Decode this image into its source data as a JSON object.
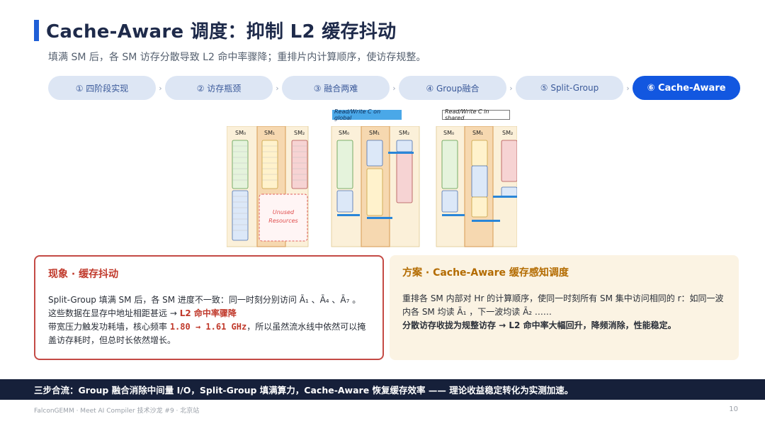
{
  "header": {
    "title": "Cache-Aware 调度：抑制 L2 缓存抖动",
    "subtitle": "填满 SM 后，各 SM 访存分散导致 L2 命中率骤降；重排片内计算顺序，使访存规整。"
  },
  "steps": [
    {
      "label": "① 四阶段实现"
    },
    {
      "label": "② 访存瓶颈"
    },
    {
      "label": "③ 融合两难"
    },
    {
      "label": "④ Group融合"
    },
    {
      "label": "⑤ Split-Group"
    },
    {
      "label": "⑥ Cache-Aware"
    }
  ],
  "diagram": {
    "tag_global": "Read/Write C on global",
    "tag_shared": "Read/Write C in shared",
    "sm_labels": [
      "SM₀",
      "SM₁",
      "SM₂"
    ],
    "unused_label": [
      "Unused",
      "Resources"
    ]
  },
  "left_card": {
    "title": "现象 · 缓存抖动",
    "p1": "Split-Group 填满 SM 后，各 SM 进度不一致：同一时刻分别访问 Ā₁ 、Ā₄ 、Ā₇ 。",
    "p2_a": "这些数据在显存中地址相距甚远 → ",
    "p2_b": "L2 命中率骤降",
    "p3_a": "带宽压力触发功耗墙，核心频率 ",
    "p3_b": "1.80 → 1.61 GHz",
    "p3_c": "，所以虽然流水线中依然可以掩盖访存耗时，但总时长依然增长。"
  },
  "right_card": {
    "title": "方案 · Cache-Aware 缓存感知调度",
    "p1": "重排各 SM 内部对 Hr 的计算顺序，使同一时刻所有 SM 集中访问相同的 r：如同一波内各 SM 均读 Ā₁ ，下一波均读 Ā₂ ……",
    "p2": "分散访存收拢为规整访存 → L2 命中率大幅回升，降频消除，性能稳定。"
  },
  "banner": "三步合流：Group 融合消除中间量 I/O，Split-Group 填满算力，Cache-Aware 恢复缓存效率 —— 理论收益稳定转化为实测加速。",
  "footer": "FalconGEMM · Meet AI Compiler 技术沙龙 #9 · 北京站",
  "page_number": "10"
}
